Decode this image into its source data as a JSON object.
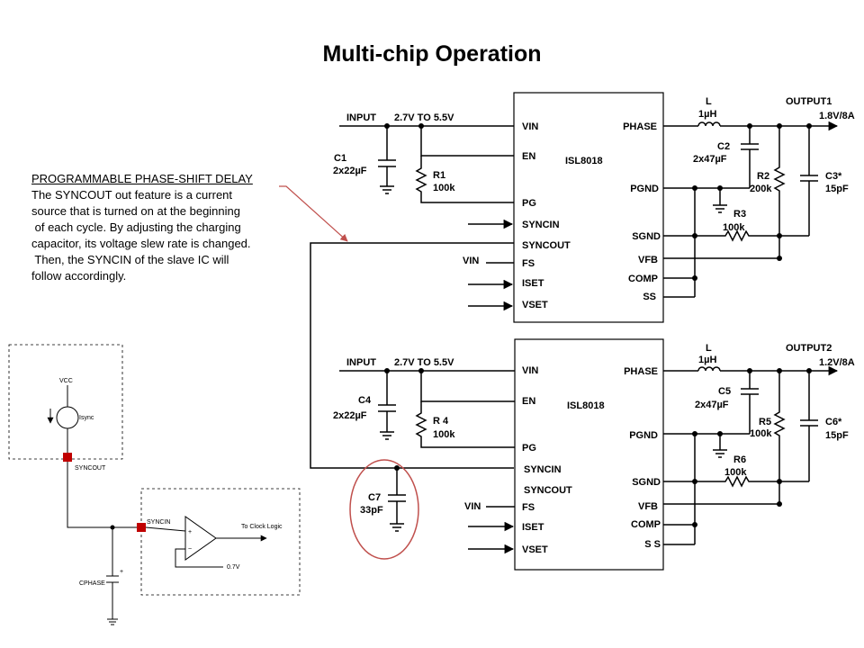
{
  "title": "Multi-chip Operation",
  "note": {
    "heading": "PROGRAMMABLE  PHASE-SHIFT DELAY",
    "lines": [
      "The SYNCOUT out feature is a current",
      "source that is turned on at the beginning",
      " of each cycle. By adjusting the charging",
      "capacitor, its voltage slew rate is changed.",
      " Then, the SYNCIN of the slave IC will",
      "follow accordingly."
    ]
  },
  "top": {
    "ic_name": "ISL8018",
    "input_label": "INPUT",
    "input_range": "2.7V TO 5.5V",
    "output_label": "OUTPUT1",
    "output_value": "1.8V/8A",
    "inductor_name": "L",
    "inductor_value": "1µH",
    "c_in_name": "C1",
    "c_in_value": "2x22µF",
    "r_en_name": "R1",
    "r_en_value": "100k",
    "c_out_name": "C2",
    "c_out_value": "2x47µF",
    "r_fb_top_name": "R2",
    "r_fb_top_value": "200k",
    "r_fb_bot_name": "R3",
    "r_fb_bot_value": "100k",
    "c_ff_name": "C3*",
    "c_ff_value": "15pF",
    "vin_label": "VIN",
    "pins_left": [
      "VIN",
      "EN",
      "PG",
      "SYNCIN",
      "SYNCOUT",
      "FS",
      "ISET",
      "VSET"
    ],
    "pins_right": [
      "PHASE",
      "PGND",
      "SGND",
      "VFB",
      "COMP",
      "SS"
    ]
  },
  "bottom": {
    "ic_name": "ISL8018",
    "input_label": "INPUT",
    "input_range": "2.7V TO 5.5V",
    "output_label": "OUTPUT2",
    "output_value": "1.2V/8A",
    "inductor_name": "L",
    "inductor_value": "1µH",
    "c_in_name": "C4",
    "c_in_value": "2x22µF",
    "r_en_name": "R 4",
    "r_en_value": "100k",
    "c_out_name": "C5",
    "c_out_value": "2x47µF",
    "r_fb_top_name": "R5",
    "r_fb_top_value": "100k",
    "r_fb_bot_name": "R6",
    "r_fb_bot_value": "100k",
    "c_ff_name": "C6*",
    "c_ff_value": "15pF",
    "vin_label": "VIN",
    "c_sync_name": "C7",
    "c_sync_value": "33pF",
    "pins_left": [
      "VIN",
      "EN",
      "PG",
      "SYNCIN",
      "SYNCOUT",
      "FS",
      "ISET",
      "VSET"
    ],
    "pins_right": [
      "PHASE",
      "PGND",
      "SGND",
      "VFB",
      "COMP",
      "S S"
    ]
  },
  "inset": {
    "vcc": "VCC",
    "isync": "Isync",
    "syncout": "SYNCOUT",
    "syncin": "SYNCIN",
    "to_clock": "To Clock Logic",
    "ref_voltage": "0.7V",
    "plus": "+",
    "minus": "~",
    "cap_plus": "+",
    "cap_name": "CPHASE"
  },
  "colors": {
    "highlight": "#c0504d",
    "inset_pin": "#c00000",
    "ink": "#000000"
  }
}
